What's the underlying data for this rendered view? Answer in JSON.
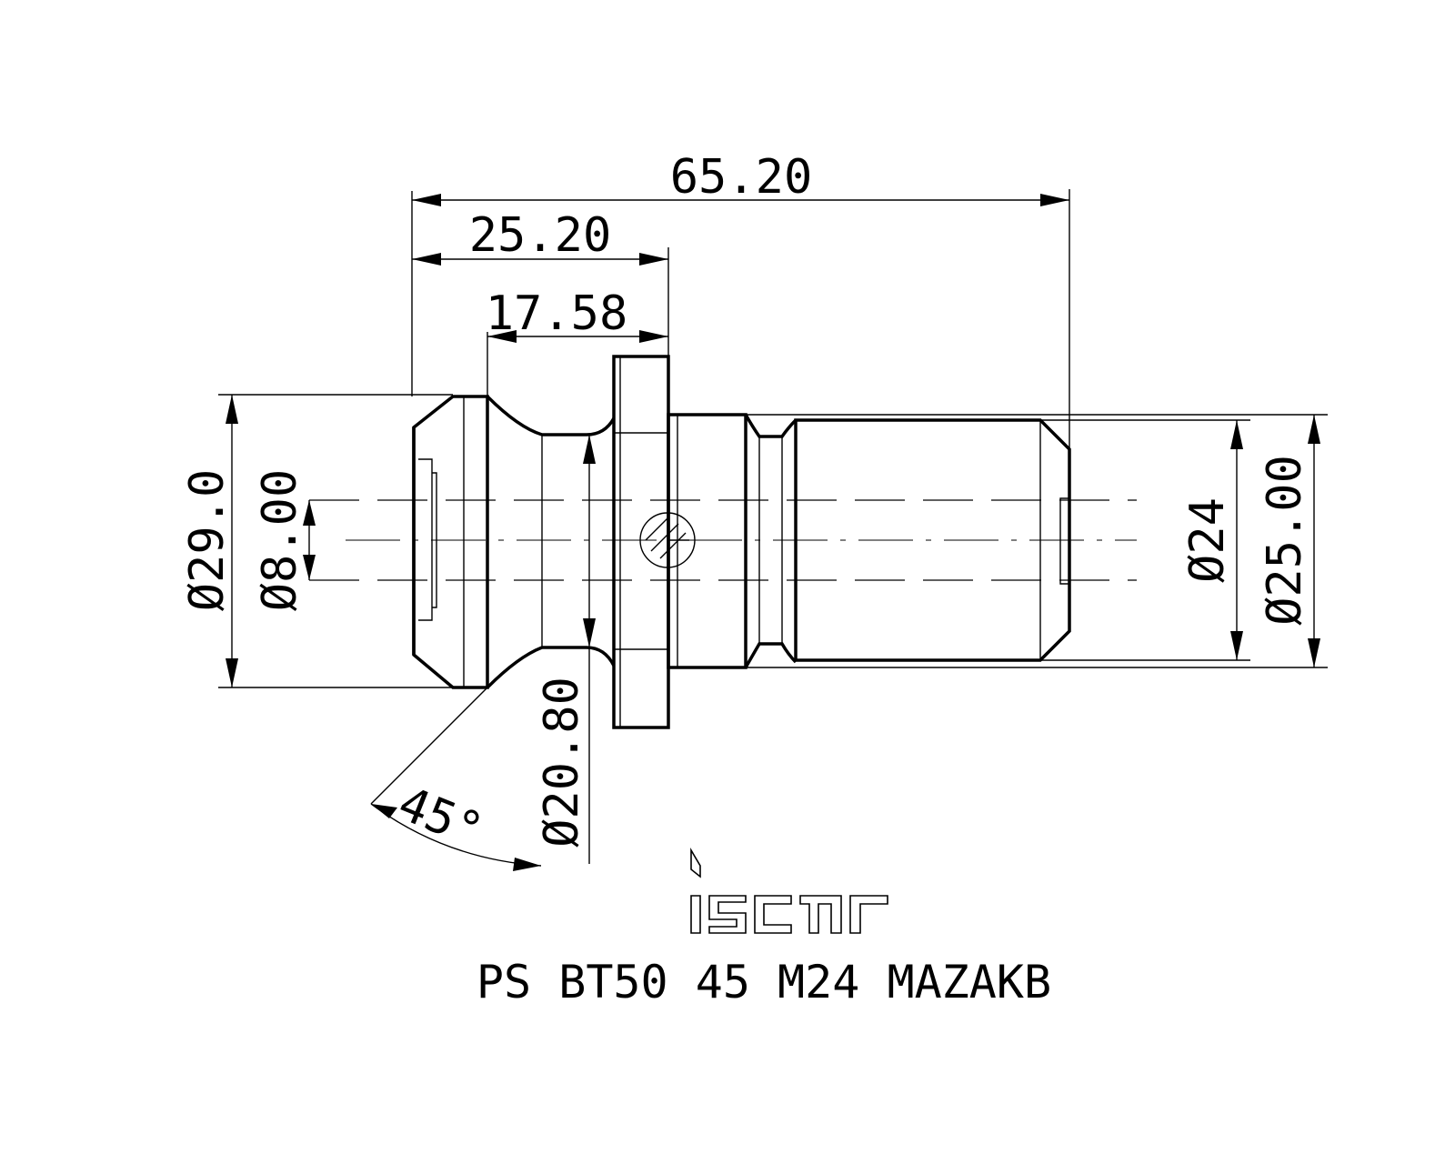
{
  "drawing": {
    "part_name": "PS BT50 45 M24 MAZAKB",
    "logo_text": "iscar",
    "dimensions": {
      "overall_length": "65.20",
      "length_to_flange": "25.20",
      "neck_to_flange": "17.58",
      "head_diameter": "Ø29.0",
      "bore_diameter": "Ø8.00",
      "neck_diameter": "Ø20.80",
      "thread_diameter": "Ø24",
      "collar_diameter": "Ø25.00",
      "angle": "45°"
    }
  },
  "colors": {
    "line": "#000000",
    "background": "#ffffff"
  }
}
